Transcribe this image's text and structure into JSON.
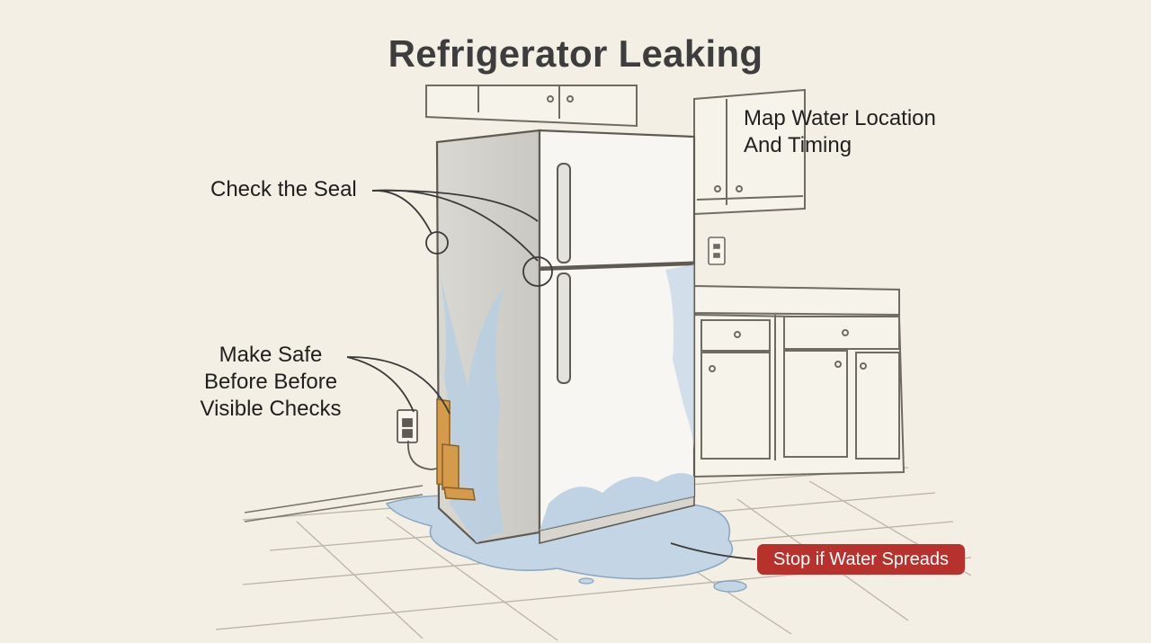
{
  "title": "Refrigerator Leaking",
  "callouts": {
    "check_seal": "Check the Seal",
    "map_water": [
      "Map Water Location",
      "And Timing"
    ],
    "make_safe": [
      "Make Safe",
      "Before Before",
      "Visible Checks"
    ],
    "stop_badge": "Stop if Water Spreads"
  },
  "colors": {
    "background": "#f3efe4",
    "ink": "#3d3d3d",
    "water": "#a9c4dd",
    "badge": "#b8322d",
    "board": "#d59a4a"
  },
  "icons": [
    "refrigerator-icon",
    "wall-outlet-icon",
    "power-plug-icon"
  ]
}
